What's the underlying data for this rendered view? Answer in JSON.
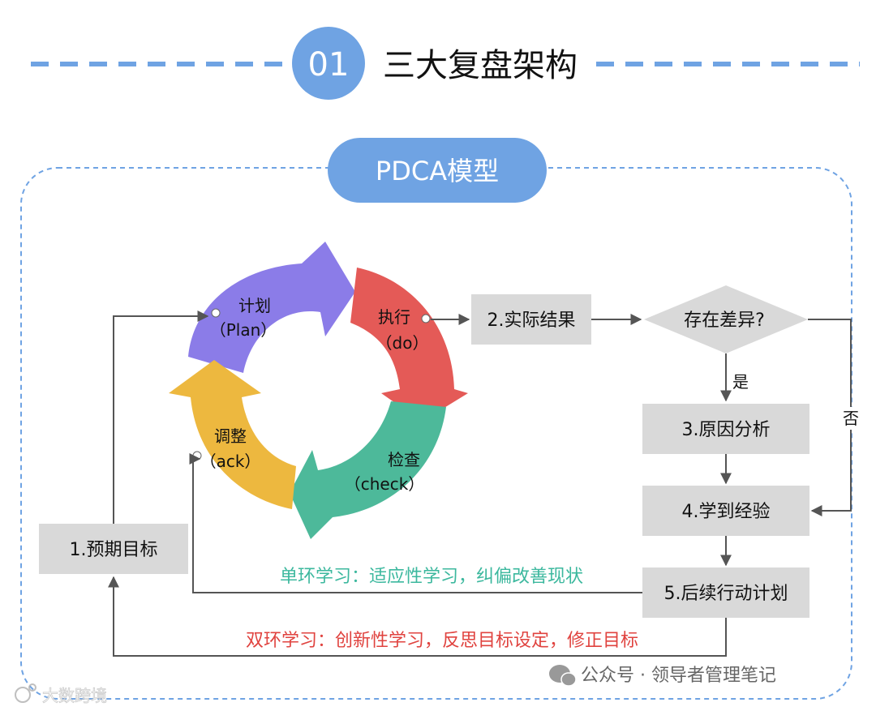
{
  "header": {
    "number": "01",
    "title": "三大复盘架构"
  },
  "model": {
    "title": "PDCA模型"
  },
  "cycle": {
    "plan": {
      "label": "计划",
      "sub": "（Plan）"
    },
    "do": {
      "label": "执行",
      "sub": "（do）"
    },
    "check": {
      "label": "检查",
      "sub": "（check）"
    },
    "act": {
      "label": "调整",
      "sub": "（ack）"
    }
  },
  "steps": {
    "expected": "1.预期目标",
    "actual": "2.实际结果",
    "difference": "存在差异?",
    "cause": "3.原因分析",
    "learn": "4.学到经验",
    "plan_next": "5.后续行动计划"
  },
  "branch": {
    "yes": "是",
    "no": "否"
  },
  "loops": {
    "single": "单环学习：适应性学习，纠偏改善现状",
    "double": "双环学习：创新性学习，反思目标设定，修正目标"
  },
  "watermarks": {
    "left": "大数跨境",
    "right": "公众号 · 领导者管理笔记"
  },
  "colors": {
    "accent_blue": "#6FA3E3",
    "plan": "#8B7CE8",
    "do": "#E45A57",
    "check": "#4DB99A",
    "act": "#EDB83F",
    "box_fill": "#D9D9D9",
    "single_loop_text": "#3CB89E",
    "double_loop_text": "#E0433F"
  }
}
